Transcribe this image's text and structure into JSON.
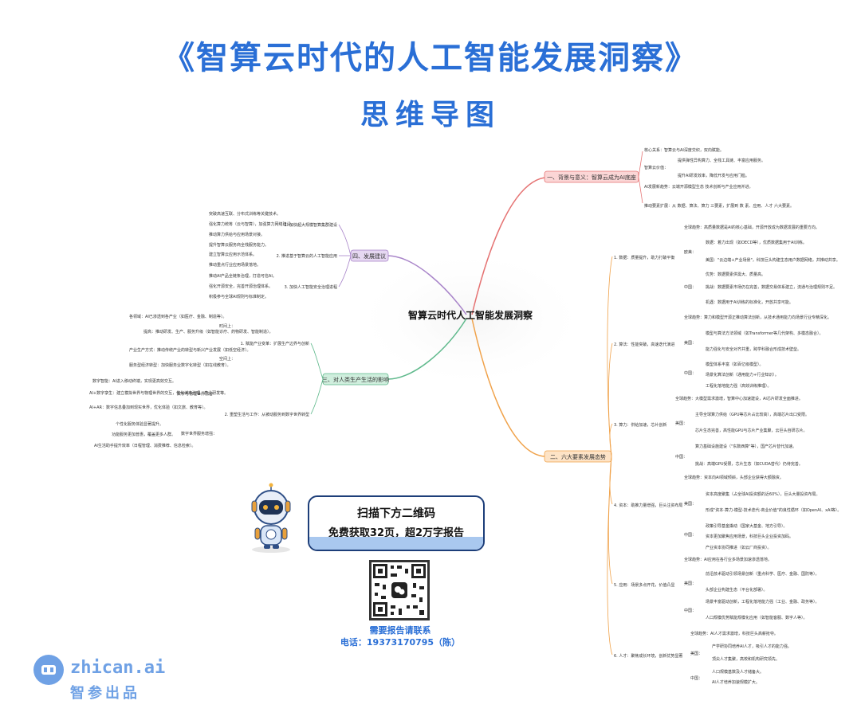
{
  "header": {
    "title": "《智算云时代的人工智能发展洞察》",
    "subtitle": "思维导图"
  },
  "mindmap": {
    "center": "智算云时代人工智能发展洞察",
    "branch1": {
      "label": "一、背景与意义：智算云成为AI底座",
      "items": [
        "核心关系：智算云与AI深度交织，双向赋能。",
        "智算云价值：",
        "提供弹性异构算力、全栈工具链、丰富应用服务。",
        "提升AI研发效率，降低开发与应用门槛。",
        "AI发展新趋势：云端开源模型生态 技术创新与产业应用并进。",
        "推动要素扩展：从 数据、算法、算力 三要素，扩展到 数 素、应用、人才 六大要素。"
      ]
    },
    "branch2": {
      "label": "二、六大要素发展态势",
      "items": [
        "1. 数据：质量提升，助力打破平衡",
        "全球趋势：高质量数据是AI的核心基础，开源开放成为数据发展的重要方向。",
        "欧美：",
        "数据：着力出现（如OECD等），优质数据集用于AI训练。",
        "美国：\"云边端+产业场景\"，科技巨头构建生态用户数据网络，并推动共享。",
        "中国：",
        "优势：数据要素供需大、质量高。",
        "挑战：数据要素市场仍在完善，数据交易体系建立，流通与治理规则不足。",
        "机遇：数据用于AI训练的标准化，开放共享可能。",
        "2. 算法：性能突破，高速迭代演进",
        "全球趋势：算力和模型开源正推动算法创新，从技术通用能力向场景行业专精深化。",
        "美国：",
        "模型与算法方法领域（如Transformer等几代架构、多模态融合）。",
        "能力强化与安全对齐并重，跨学科融合形成技术壁垒。",
        "中国：",
        "模型体系丰富（如百亿级模型）。",
        "场景化算法创新（通用能力+行业知识）。",
        "工程化落地能力强（高效训练推理）。",
        "3. 算力：供给加速，芯片创新",
        "全球趋势：大模型需求激增，智算中心加速建设，AI芯片研发全面推进。",
        "美国：",
        "主导全球算力供给（GPU等芯片占比较高），高端芯片出口受限。",
        "芯片生态完善，高性能GPU与芯片产业集聚，云巨头自研芯片。",
        "中国：",
        "算力基础设施建设（\"东数西算\"等），国产芯片替代加速。",
        "挑战：高端GPU受限，芯片生态（如CUDA替代）仍待完善。",
        "4. 资本：助推力量增强，巨头注资布局",
        "全球趋势：资本向AI领域倾斜，头部企业获得大额融资。",
        "美国：",
        "资本高度聚集（占全球AI投资额的近60%），巨头大量投资布局。",
        "形成\"资本-算力-模型-技术迭代-商业价值\"的良性循环（如OpenAI、xAI等）。",
        "中国：",
        "政策引导基金撬动（国家大基金、地方引导）。",
        "资本更加聚焦应用场景，科技巨头企业投资加码。",
        "产业资本协同推进（如云厂商投资）。",
        "5. 应用：场景多点开花，价值凸显",
        "全球趋势：AI应用在各行业多场景加速渗透落地。",
        "美国：",
        "前沿技术驱动引领场景创新（重点科学、医疗、金融、国防等）。",
        "头部企业构建生态（平台化部署）。",
        "中国：",
        "场景丰富驱动创新，工程化落地能力强（工业、金融、政务等）。",
        "人口规模优势赋能规模化应用（如智能客服、数字人等）。",
        "6. 人才：聚焦成长环境，创新优势显著",
        "全球趋势：AI人才需求激增，科技巨头高薪抢夺。",
        "美国：",
        "产学研协同培养AI人才，吸引人才的能力强。",
        "顶尖人才集聚，高校和机构研究领先。",
        "中国：",
        "人口规模基数及人才储备大。",
        "AI人才培养加速规模扩大。"
      ]
    },
    "branch3": {
      "label": "三、对人类生产生活的影响",
      "items": [
        "1. 赋能产业变革：扩展生产边界与创新",
        "各领域：AI已渗透到各产业（如医疗、金融、制造等）。",
        "时间上：",
        "提高：推动研发、生产、服务升级（如智能诊疗、药物研发、智能制造）。",
        "空间上：",
        "产业生产方式：推动传统产业的转型与新兴产业发展（如低空经济）。",
        "服务型经济转型：加快服务业数字化转型（如在线教育）。",
        "2. 重塑生活与工作：从被动服务到数字世界转型",
        "数字与物理世界融合：",
        "数字智能：AI进入移动终端，实现更高效交互。",
        "AI+数字孪生：建立模拟世界与物理世界的交互，优化城市治理、产业研发等。",
        "AI+AR：数字信息叠加到现实世界，优化体验（如文旅、教育等）。",
        "数字世界服务增强：",
        "个性化服务体验显著提升。",
        "功能服务更加普惠，覆盖更多人群。",
        "AI生活助手提升效率（日程管理、消费推荐、信息检索）。"
      ]
    },
    "branch4": {
      "label": "四、发展建议",
      "items": [
        "1. 加快超大规模智算集群建设",
        "突破高速互联、分布式训练等关键技术。",
        "强化算力统筹（云与智算），加强算力网络建设。",
        "推动算力供给与应用场景对接。",
        "2. 推进基于智算云的人工智能应用",
        "提升智算云服务商全栈服务能力。",
        "建立智算云应用示范体系。",
        "推动重点行业应用场景落地。",
        "3. 加快人工智能安全治理进程",
        "推动AI产品全链条治理，打造可信AI。",
        "强化开源安全，完善开源治理体系。",
        "积极参与全球AI规则与标准制定。"
      ]
    }
  },
  "promo": {
    "line1": "扫描下方二维码",
    "line2": "免费获取32页，超2万字报告"
  },
  "contact": {
    "line1": "需要报告请联系",
    "line2": "电话：19373170795（陈）"
  },
  "brand": {
    "logo_text": "zhican.ai",
    "sub": "智参出品",
    "icon": "brand-logo-icon"
  },
  "colors": {
    "title": "#2a6fd6",
    "branch1": "#e57373",
    "branch2": "#f0a24a",
    "branch3": "#5fb98c",
    "branch4": "#a884c9"
  }
}
